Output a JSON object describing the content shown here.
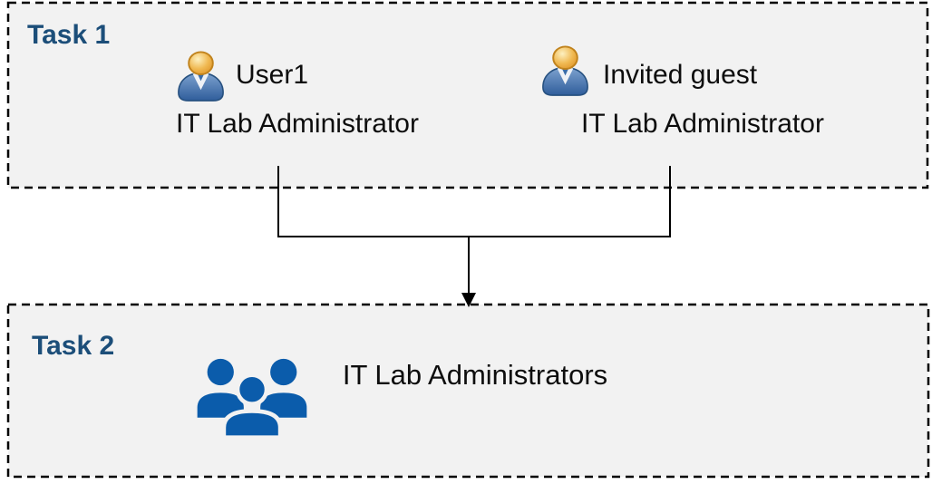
{
  "diagram": {
    "task1": {
      "label": "Task 1",
      "users": [
        {
          "icon": "person-icon",
          "name": "User1",
          "role": "IT Lab Administrator"
        },
        {
          "icon": "person-icon",
          "name": "Invited guest",
          "role": "IT Lab Administrator"
        }
      ]
    },
    "connector": {
      "description": "lines from both Task 1 users merging into arrow pointing at Task 2 group"
    },
    "task2": {
      "label": "Task 2",
      "group": {
        "icon": "people-group-icon",
        "name": "IT Lab Administrators"
      }
    },
    "colors": {
      "box_fill": "#f2f2f2",
      "box_border": "#000000",
      "task_label_blue": "#1c4e79",
      "connector_black": "#000000",
      "group_icon_blue": "#0b5cab",
      "person_head_gold": "#eaa83c",
      "person_body_blue": "#3a6ca8",
      "text_black": "#0d0d0d"
    }
  }
}
